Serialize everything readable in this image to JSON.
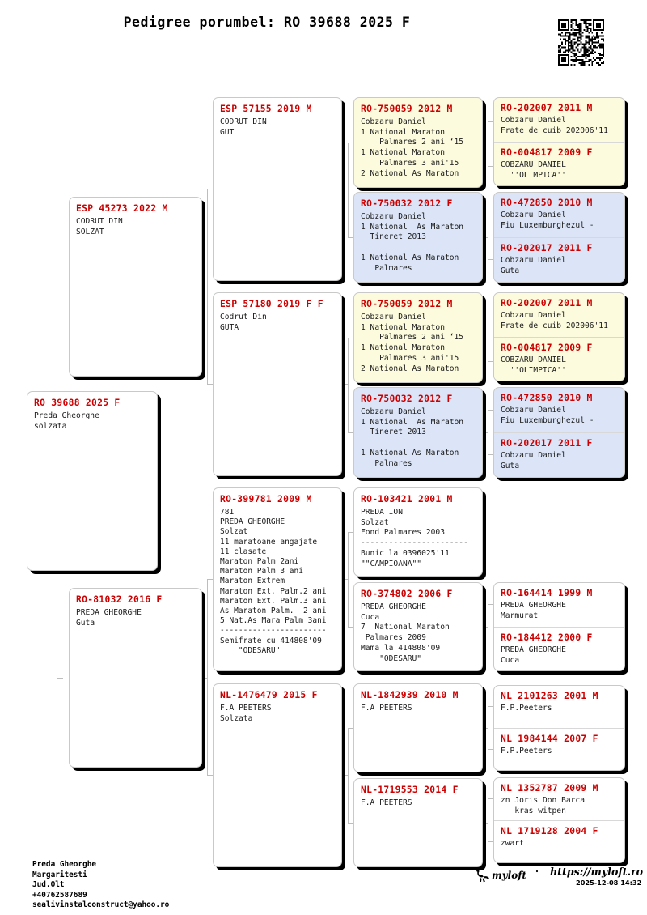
{
  "document": {
    "title": "Pedigree porumbel: RO 39688 2025 F",
    "qr_alt": "qr-code"
  },
  "colors": {
    "ring_red": "#cc0000",
    "card_white": "#ffffff",
    "card_yellow": "#fcfbdd",
    "card_blue": "#dbe5f7",
    "connector": "#bdbdbd",
    "shadow": "#000000"
  },
  "subject": {
    "ring": "RO 39688 2025 F",
    "body": "Preda Gheorghe\nsolzata"
  },
  "generation2": [
    {
      "ring": "ESP 45273 2022 M",
      "body": "CODRUT DIN\nSOLZAT",
      "tint": "white"
    },
    {
      "ring": "RO-81032 2016 F",
      "body": "PREDA GHEORGHE\nGuta",
      "tint": "white"
    }
  ],
  "generation3": [
    {
      "ring": "ESP 57155 2019 M",
      "body": "CODRUT DIN\nGUT",
      "tint": "white"
    },
    {
      "ring": "ESP 57180 2019 F F",
      "body": "Codrut Din\nGUTA",
      "tint": "white"
    },
    {
      "ring": "RO-399781 2009 M",
      "body": "781\nPREDA GHEORGHE\nSolzat\n11 maratoane angajate\n11 clasate\nMaraton Palm 2ani\nMaraton Palm 3 ani\nMaraton Extrem\nMaraton Ext. Palm.2 ani\nMaraton Ext. Palm.3 ani\nAs Maraton Palm.  2 ani\n5 Nat.As Mara Palm 3ani\n-----------------------\nSemifrate cu 414808'09\n    \"ODESARU\"",
      "tint": "white"
    },
    {
      "ring": "NL-1476479 2015 F",
      "body": "F.A PEETERS\nSolzata",
      "tint": "white"
    }
  ],
  "generation4": [
    {
      "ring": "RO-750059 2012 M",
      "body": "Cobzaru Daniel\n1 National Maraton\n    Palmares 2 ani ‘15\n1 National Maraton\n    Palmares 3 ani'15\n2 National As Maraton",
      "tint": "yellow"
    },
    {
      "ring": "RO-750032 2012 F",
      "body": "Cobzaru Daniel\n1 National  As Maraton\n  Tineret 2013\n\n1 National As Maraton\n   Palmares",
      "tint": "blue"
    },
    {
      "ring": "RO-750059 2012 M",
      "body": "Cobzaru Daniel\n1 National Maraton\n    Palmares 2 ani ‘15\n1 National Maraton\n    Palmares 3 ani'15\n2 National As Maraton",
      "tint": "yellow"
    },
    {
      "ring": "RO-750032 2012 F",
      "body": "Cobzaru Daniel\n1 National  As Maraton\n  Tineret 2013\n\n1 National As Maraton\n   Palmares",
      "tint": "blue"
    },
    {
      "ring": "RO-103421 2001 M",
      "body": "PREDA ION\nSolzat\nFond Palmares 2003\n-----------------------\nBunic la 0396025'11\n\"\"CAMPIOANA\"\"",
      "tint": "white"
    },
    {
      "ring": "RO-374802 2006 F",
      "body": "PREDA GHEORGHE\nCuca\n7  National Maraton\n Palmares 2009\nMama la 414808'09\n    \"ODESARU\"",
      "tint": "white"
    },
    {
      "ring": "NL-1842939 2010 M",
      "body": "F.A PEETERS",
      "tint": "white"
    },
    {
      "ring": "NL-1719553 2014 F",
      "body": "F.A PEETERS",
      "tint": "white"
    }
  ],
  "generation5": [
    {
      "ring": "RO-202007 2011 M",
      "body": "Cobzaru Daniel\nFrate de cuib 202006'11",
      "tint": "yellow"
    },
    {
      "ring": "RO-004817 2009 F",
      "body": "COBZARU DANIEL\n  ''OLIMPICA''",
      "tint": "yellow"
    },
    {
      "ring": "RO-472850 2010 M",
      "body": "Cobzaru Daniel\nFiu Luxemburghezul -",
      "tint": "blue"
    },
    {
      "ring": "RO-202017 2011 F",
      "body": "Cobzaru Daniel\nGuta",
      "tint": "blue"
    },
    {
      "ring": "RO-202007 2011 M",
      "body": "Cobzaru Daniel\nFrate de cuib 202006'11",
      "tint": "yellow"
    },
    {
      "ring": "RO-004817 2009 F",
      "body": "COBZARU DANIEL\n  ''OLIMPICA''",
      "tint": "yellow"
    },
    {
      "ring": "RO-472850 2010 M",
      "body": "Cobzaru Daniel\nFiu Luxemburghezul -",
      "tint": "blue"
    },
    {
      "ring": "RO-202017 2011 F",
      "body": "Cobzaru Daniel\nGuta",
      "tint": "blue"
    },
    {
      "ring": "RO-164414 1999 M",
      "body": "PREDA GHEORGHE\nMarmurat",
      "tint": "white"
    },
    {
      "ring": "RO-184412 2000 F",
      "body": "PREDA GHEORGHE\nCuca",
      "tint": "white"
    },
    {
      "ring": "NL 2101263 2001 M",
      "body": "F.P.Peeters",
      "tint": "white"
    },
    {
      "ring": "NL 1984144 2007 F",
      "body": "F.P.Peeters",
      "tint": "white"
    },
    {
      "ring": "NL 1352787 2009 M",
      "body": "zn Joris Don Barca\n   kras witpen",
      "tint": "white"
    },
    {
      "ring": "NL 1719128 2004 F",
      "body": "zwart",
      "tint": "white"
    }
  ],
  "footer": {
    "contact": "Preda Gheorghe\nMargaritesti\nJud.Olt\n+40762587689\nsealivinstalconstruct@yahoo.ro",
    "brand_name": "myloft",
    "url": "https://myloft.ro",
    "timestamp": "2025-12-08 14:32"
  }
}
